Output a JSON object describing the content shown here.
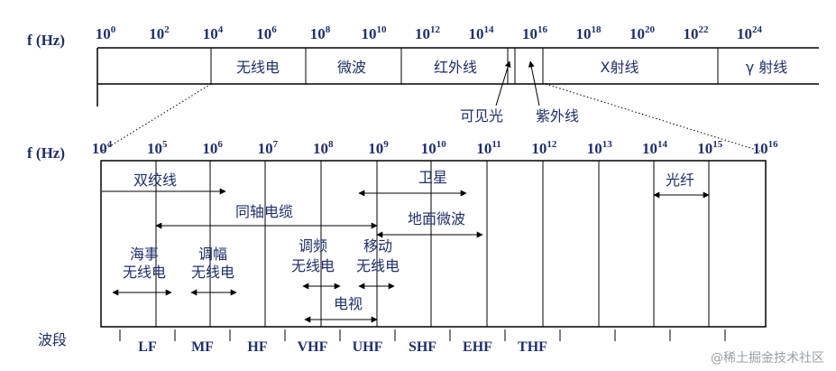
{
  "top_scale": {
    "axis_label": "f (Hz)",
    "ticks": [
      {
        "base": "10",
        "exp": "0"
      },
      {
        "base": "10",
        "exp": "2"
      },
      {
        "base": "10",
        "exp": "4"
      },
      {
        "base": "10",
        "exp": "6"
      },
      {
        "base": "10",
        "exp": "8"
      },
      {
        "base": "10",
        "exp": "10"
      },
      {
        "base": "10",
        "exp": "12"
      },
      {
        "base": "10",
        "exp": "14"
      },
      {
        "base": "10",
        "exp": "16"
      },
      {
        "base": "10",
        "exp": "18"
      },
      {
        "base": "10",
        "exp": "20"
      },
      {
        "base": "10",
        "exp": "22"
      },
      {
        "base": "10",
        "exp": "24"
      }
    ],
    "regions": {
      "radio": "无线电",
      "microwave": "微波",
      "infrared": "红外线",
      "xray": "X射线",
      "gamma": "γ 射线",
      "visible": "可见光",
      "ultraviolet": "紫外线"
    }
  },
  "bottom_scale": {
    "axis_label": "f (Hz)",
    "ticks": [
      {
        "base": "10",
        "exp": "4"
      },
      {
        "base": "10",
        "exp": "5"
      },
      {
        "base": "10",
        "exp": "6"
      },
      {
        "base": "10",
        "exp": "7"
      },
      {
        "base": "10",
        "exp": "8"
      },
      {
        "base": "10",
        "exp": "9"
      },
      {
        "base": "10",
        "exp": "10"
      },
      {
        "base": "10",
        "exp": "11"
      },
      {
        "base": "10",
        "exp": "12"
      },
      {
        "base": "10",
        "exp": "13"
      },
      {
        "base": "10",
        "exp": "14"
      },
      {
        "base": "10",
        "exp": "15"
      },
      {
        "base": "10",
        "exp": "16"
      }
    ],
    "media": {
      "twisted_pair": "双绞线",
      "coax": "同轴电缆",
      "satellite": "卫星",
      "terrestrial_microwave": "地面微波",
      "fiber": "光纤",
      "maritime_1": "海事",
      "maritime_2": "无线电",
      "am_1": "调幅",
      "am_2": "无线电",
      "fm_1": "调频",
      "fm_2": "无线电",
      "mobile_1": "移动",
      "mobile_2": "无线电",
      "tv": "电视"
    },
    "band_label": "波段",
    "bands": [
      "LF",
      "MF",
      "HF",
      "VHF",
      "UHF",
      "SHF",
      "EHF",
      "THF"
    ]
  },
  "watermark": "@稀土掘金技术社区"
}
